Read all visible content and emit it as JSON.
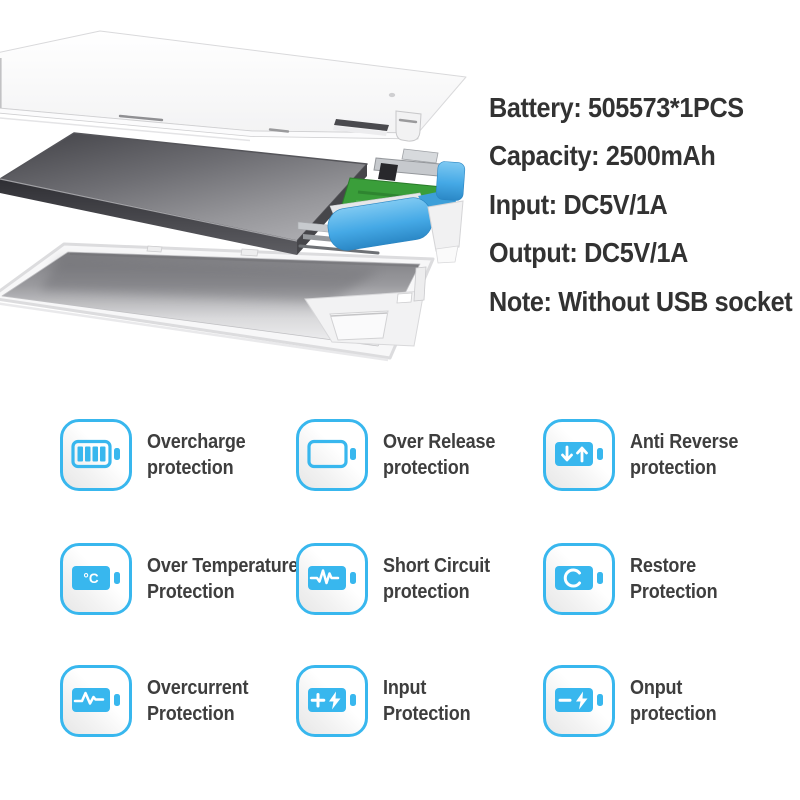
{
  "specs": {
    "lines": [
      "Battery: 505573*1PCS",
      "Capacity: 2500mAh",
      "Input: DC5V/1A",
      "Output: DC5V/1A",
      "Note: Without USB socket"
    ]
  },
  "features": [
    {
      "icon": "battery-full-icon",
      "line1": "Overcharge",
      "line2": "protection"
    },
    {
      "icon": "battery-empty-icon",
      "line1": "Over Release",
      "line2": "protection"
    },
    {
      "icon": "battery-arrows-icon",
      "line1": "Anti Reverse",
      "line2": "protection"
    },
    {
      "icon": "battery-temperature-icon",
      "line1": "Over Temperature",
      "line2": "Protection"
    },
    {
      "icon": "battery-shortcircuit-icon",
      "line1": "Short Circuit",
      "line2": "protection"
    },
    {
      "icon": "battery-restore-icon",
      "line1": "Restore",
      "line2": "Protection"
    },
    {
      "icon": "battery-overcurrent-icon",
      "line1": "Overcurrent",
      "line2": "Protection"
    },
    {
      "icon": "battery-input-icon",
      "line1": "Input",
      "line2": "Protection"
    },
    {
      "icon": "battery-onput-icon",
      "line1": "Onput",
      "line2": "protection"
    }
  ],
  "colors": {
    "accent_cyan": "#38b7ee",
    "connector_blue": "#45a9e6",
    "pcb_green": "#3a9e3a",
    "text_dark": "#323232"
  },
  "illustration": {
    "description": "Exploded view of slim power bank: white top cover, gray battery cell, green PCB with blue connector, white bottom case"
  }
}
